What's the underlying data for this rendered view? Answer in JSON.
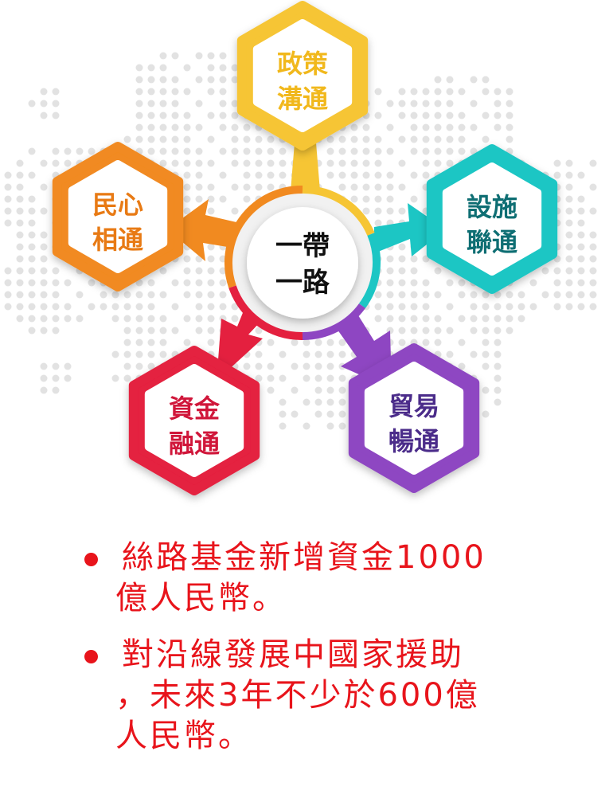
{
  "center": {
    "line1": "一帶",
    "line2": "一路"
  },
  "nodes": [
    {
      "id": "policy",
      "line1": "政策",
      "line2": "溝通",
      "color": "#f6c534",
      "text_color": "#f1b81c"
    },
    {
      "id": "facility",
      "line1": "設施",
      "line2": "聯通",
      "color": "#1cc6c4",
      "text_color": "#0e6e73"
    },
    {
      "id": "trade",
      "line1": "貿易",
      "line2": "暢通",
      "color": "#8e46c2",
      "text_color": "#4b2c8a"
    },
    {
      "id": "finance",
      "line1": "資金",
      "line2": "融通",
      "color": "#e4203f",
      "text_color": "#d0163a"
    },
    {
      "id": "people",
      "line1": "民心",
      "line2": "相通",
      "color": "#f18a20",
      "text_color": "#e87a14"
    }
  ],
  "bullets": [
    {
      "text": "絲路基金新增資金1000\n億人民幣。"
    },
    {
      "text": "對沿線發展中國家援助\n，未來3年不少於600億\n人民幣。"
    }
  ]
}
